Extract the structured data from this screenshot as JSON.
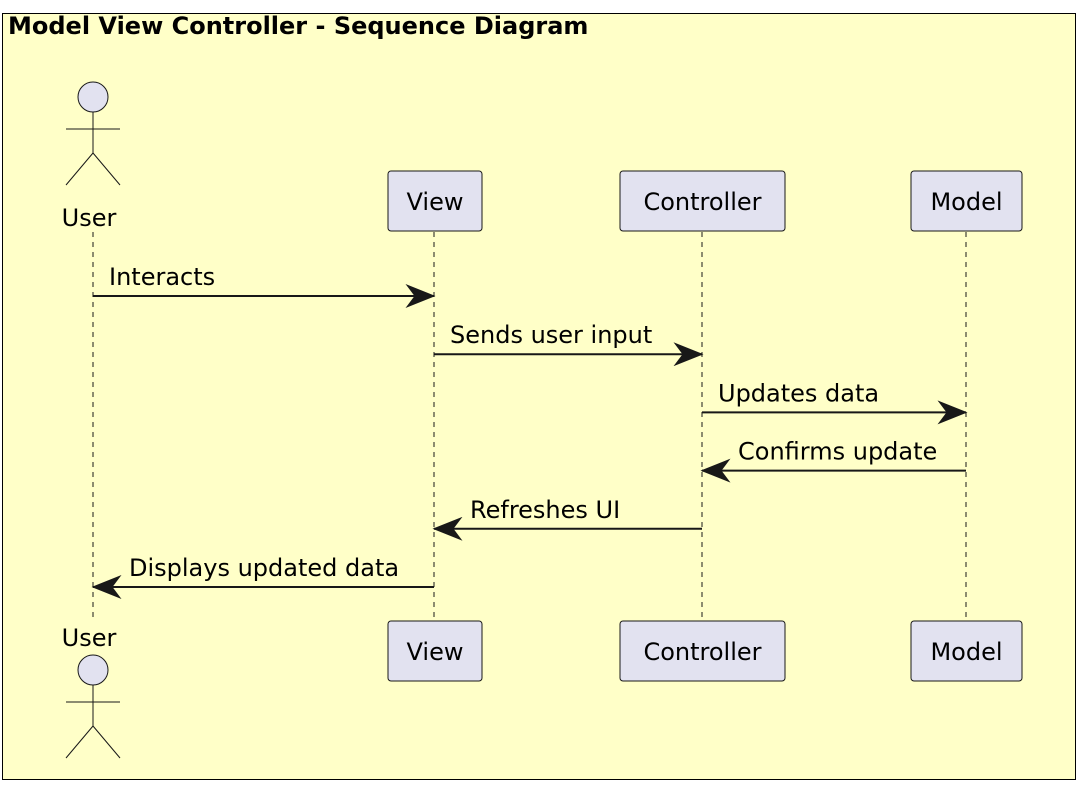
{
  "diagram": {
    "title": "Model View Controller - Sequence Diagram",
    "participants": [
      {
        "id": "user",
        "label": "User",
        "kind": "actor"
      },
      {
        "id": "view",
        "label": "View",
        "kind": "participant"
      },
      {
        "id": "controller",
        "label": "Controller",
        "kind": "participant"
      },
      {
        "id": "model",
        "label": "Model",
        "kind": "participant"
      }
    ],
    "messages": [
      {
        "from": "user",
        "to": "view",
        "label": "Interacts"
      },
      {
        "from": "view",
        "to": "controller",
        "label": "Sends user input"
      },
      {
        "from": "controller",
        "to": "model",
        "label": "Updates data"
      },
      {
        "from": "model",
        "to": "controller",
        "label": "Confirms update"
      },
      {
        "from": "controller",
        "to": "view",
        "label": "Refreshes UI"
      },
      {
        "from": "view",
        "to": "user",
        "label": "Displays updated data"
      }
    ],
    "colors": {
      "background": "#ffffc8",
      "participant_fill": "#e2e2f0",
      "line": "#181818"
    }
  }
}
